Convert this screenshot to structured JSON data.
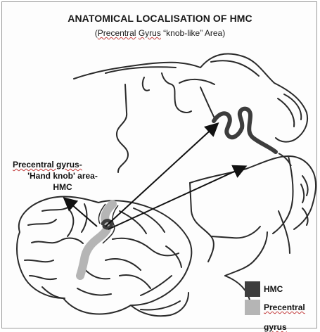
{
  "figure": {
    "title": "ANATOMICAL LOCALISATION OF HMC",
    "subtitle": {
      "open": "(",
      "precentral": "Precentral",
      "gyrus": "Gyrus",
      "rest": " “knob-like”  Area)"
    }
  },
  "callout": {
    "line1": "Precentral gyrus-",
    "line2": "'Hand knob' area-",
    "line3": "HMC"
  },
  "legend": {
    "items": [
      {
        "label": "HMC",
        "color": "#3d3d3d"
      },
      {
        "label": "Precentral",
        "label_line2": "gyrus",
        "color": "#b5b5b5"
      }
    ]
  },
  "colors": {
    "outline": "#2a2a2a",
    "hmc": "#3d3d3d",
    "precentral": "#b5b5b5",
    "frame": "#9a9a9a"
  }
}
